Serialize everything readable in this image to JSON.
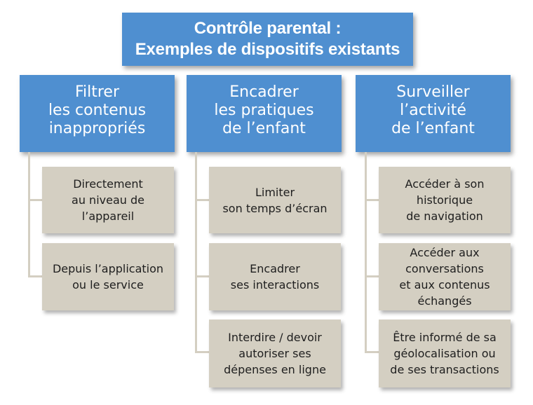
{
  "title": {
    "line1": "Contrôle parental :",
    "line2": "Exemples de dispositifs existants"
  },
  "columns": [
    {
      "heading": [
        "Filtrer",
        "les contenus",
        "inappropriés"
      ],
      "items": [
        [
          "Directement",
          "au niveau de",
          "l’appareil"
        ],
        [
          "Depuis l’application",
          "ou le service"
        ]
      ]
    },
    {
      "heading": [
        "Encadrer",
        "les pratiques",
        "de l’enfant"
      ],
      "items": [
        [
          "Limiter",
          "son temps d’écran"
        ],
        [
          "Encadrer",
          "ses interactions"
        ],
        [
          "Interdire / devoir",
          "autoriser ses",
          "dépenses en ligne"
        ]
      ]
    },
    {
      "heading": [
        "Surveiller",
        "l’activité",
        "de l’enfant"
      ],
      "items": [
        [
          "Accéder à son",
          "historique",
          "de navigation"
        ],
        [
          "Accéder aux",
          "conversations",
          "et aux contenus",
          "échangés"
        ],
        [
          "Être informé de sa",
          "géolocalisation ou",
          "de ses transactions"
        ]
      ]
    }
  ],
  "colors": {
    "header_blue": "#4f8fd0",
    "item_beige": "#d4cfc2",
    "connector": "#d4cfc2"
  }
}
